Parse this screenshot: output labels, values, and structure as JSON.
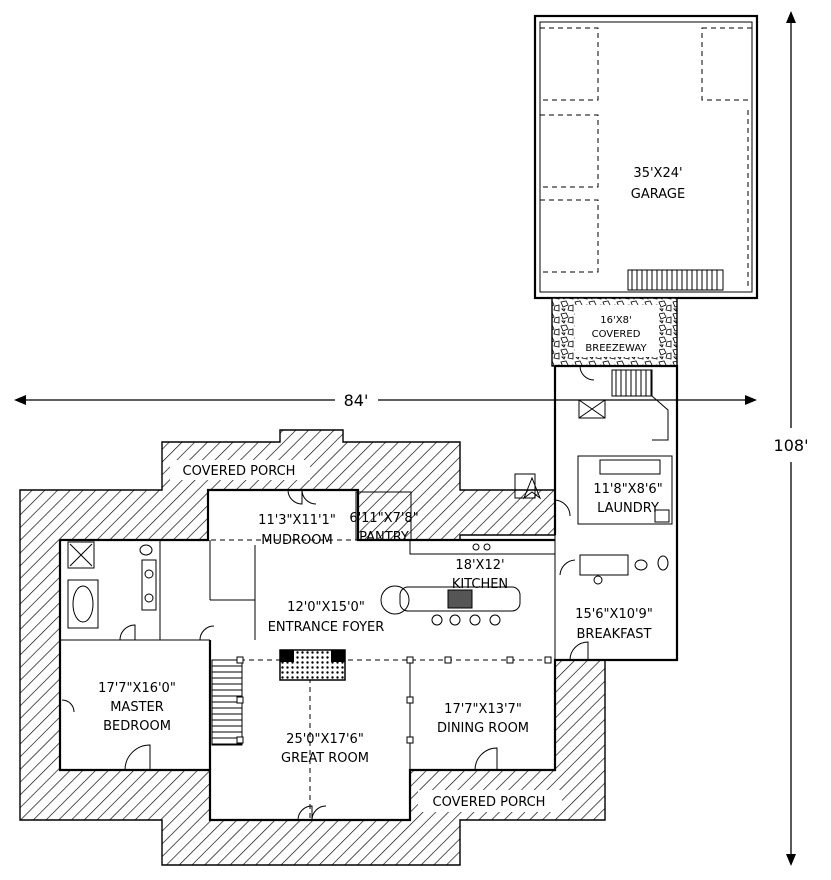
{
  "plan": {
    "overall_width": "84'",
    "overall_depth": "108'",
    "rooms": {
      "garage": {
        "size": "35'X24'",
        "name": "GARAGE"
      },
      "breezeway": {
        "size": "16'X8'",
        "name_line1": "COVERED",
        "name_line2": "BREEZEWAY"
      },
      "covered_porch_rear": {
        "name": "COVERED PORCH"
      },
      "mudroom": {
        "size": "11'3\"X11'1\"",
        "name": "MUDROOM"
      },
      "pantry": {
        "size": "6'11\"X7'8\"",
        "name": "PANTRY"
      },
      "laundry": {
        "size": "11'8\"X8'6\"",
        "name": "LAUNDRY"
      },
      "kitchen": {
        "size": "18'X12'",
        "name": "KITCHEN"
      },
      "entrance_foyer": {
        "size": "12'0\"X15'0\"",
        "name": "ENTRANCE FOYER"
      },
      "breakfast": {
        "size": "15'6\"X10'9\"",
        "name": "BREAKFAST"
      },
      "master_bedroom": {
        "size": "17'7\"X16'0\"",
        "name_line1": "MASTER",
        "name_line2": "BEDROOM"
      },
      "great_room": {
        "size": "25'0\"X17'6\"",
        "name": "GREAT ROOM"
      },
      "dining_room": {
        "size": "17'7\"X13'7\"",
        "name": "DINING ROOM"
      },
      "covered_porch_front": {
        "name": "COVERED PORCH"
      }
    }
  }
}
